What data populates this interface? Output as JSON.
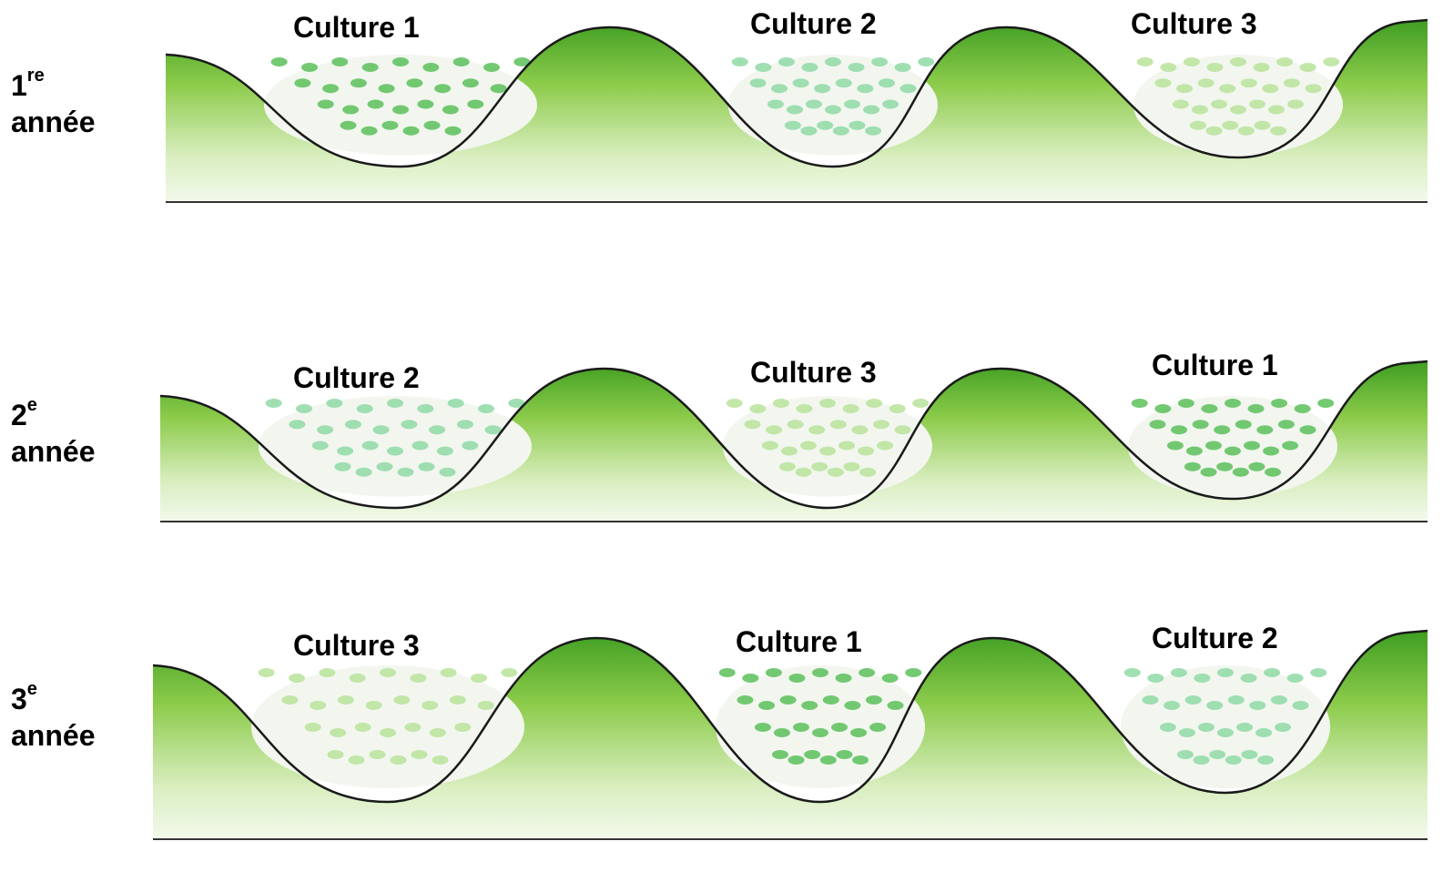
{
  "rows": [
    {
      "year_number": "1",
      "year_suffix": "re",
      "year_word": "année",
      "cultures": [
        "Culture 1",
        "Culture 2",
        "Culture 3"
      ]
    },
    {
      "year_number": "2",
      "year_suffix": "e",
      "year_word": "année",
      "cultures": [
        "Culture 2",
        "Culture 3",
        "Culture 1"
      ]
    },
    {
      "year_number": "3",
      "year_suffix": "e",
      "year_word": "année",
      "cultures": [
        "Culture 3",
        "Culture 1",
        "Culture 2"
      ]
    }
  ],
  "colors": {
    "ridge_dark": "#4aa82a",
    "ridge_light": "#e4f2d4",
    "crop_a": "#5cc05a",
    "crop_b": "#8fd9a4",
    "crop_c": "#b9e39a",
    "outline": "#1a1a1a"
  }
}
